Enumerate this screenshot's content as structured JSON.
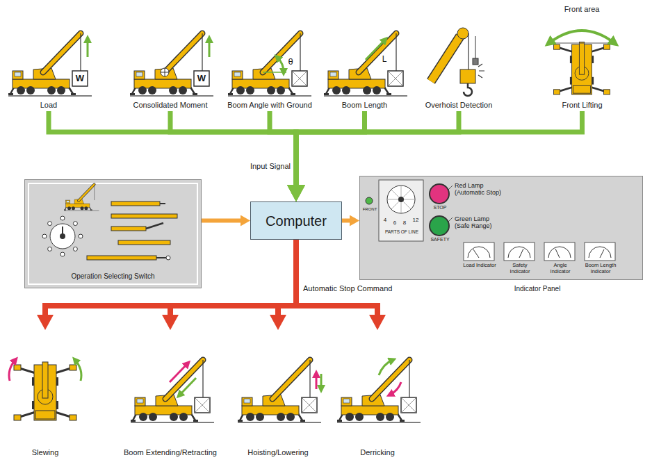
{
  "diagram": {
    "nodes": [
      {
        "text": [
          "Load"
        ]
      },
      {
        "text": [
          "Consolidated Moment"
        ]
      },
      {
        "text": [
          "Boom Angle with Ground"
        ]
      },
      {
        "text": [
          "Boom Length"
        ]
      },
      {
        "text": [
          "Overhoist Detection"
        ]
      },
      {
        "text": [
          "Front Lifting"
        ]
      },
      {
        "text": [
          "Operation Selecting Switch"
        ]
      },
      {
        "text": [
          "Computer"
        ]
      },
      {
        "text": [
          "FRONT",
          "Red Lamp (Automatic Stop)",
          "4",
          "6",
          "8",
          "12",
          "PARTS OF LINE",
          "STOP",
          "Green Lamp (Safe Range)",
          "SAFETY",
          "Load Indicator",
          "Safety Indicator",
          "Angle Indicator",
          "Boom Length Indicator",
          "Indicator Panel"
        ]
      },
      {
        "text": [
          "Slewing"
        ]
      },
      {
        "text": [
          "Boom Extending/Retracting"
        ]
      },
      {
        "text": [
          "Hoisting/Lowering"
        ]
      },
      {
        "text": [
          "Derricking"
        ]
      }
    ],
    "edges": [
      {
        "from": 0,
        "to": 7,
        "arrow": "to"
      },
      {
        "from": 1,
        "to": 7,
        "arrow": "to"
      },
      {
        "from": 2,
        "to": 7,
        "arrow": "to"
      },
      {
        "from": 3,
        "to": 7,
        "arrow": "to"
      },
      {
        "from": 4,
        "to": 7,
        "arrow": "to"
      },
      {
        "from": 5,
        "to": 7,
        "arrow": "to"
      },
      {
        "from": 6,
        "to": 7,
        "arrow": "to"
      },
      {
        "from": 7,
        "to": 8,
        "arrow": "to"
      },
      {
        "from": 7,
        "to": 9,
        "arrow": "to"
      },
      {
        "from": 7,
        "to": 10,
        "arrow": "to"
      },
      {
        "from": 7,
        "to": 11,
        "arrow": "to"
      },
      {
        "from": 7,
        "to": 12,
        "arrow": "to"
      }
    ],
    "labels": [
      "W",
      "W",
      "θ",
      "L",
      "Front area",
      "Input Signal",
      "Automatic Stop Command"
    ]
  }
}
